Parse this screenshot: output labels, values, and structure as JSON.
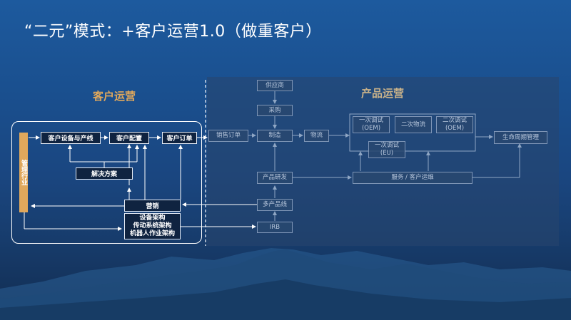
{
  "title": "“二元”模式：+客户运营1.0（做重客户）",
  "left_section": {
    "heading": "客户运营",
    "management_bar": "管理行业",
    "boxes": {
      "equipment_line": "客户设备与产线",
      "config": "客户配置",
      "order": "客户订单",
      "solution": "解决方案",
      "marketing": "营销",
      "architecture": [
        "设备架构",
        "传动系统架构",
        "机器人作业架构"
      ]
    }
  },
  "right_section": {
    "heading": "产品运营",
    "boxes": {
      "supplier": "供应商",
      "procurement": "采购",
      "sales_order": "销售订单",
      "manufacturing": "制造",
      "logistics": "物流",
      "debug_oem_1": [
        "一次调试",
        "(OEM)"
      ],
      "debug_logistics": "二次物流",
      "debug_oem_2": [
        "二次调试",
        "(OEM)"
      ],
      "debug_eu": [
        "一次调试",
        "(EU)"
      ],
      "lifecycle": "生命周期管理",
      "rnd": "产品研发",
      "service": "服务 / 客户运维",
      "product_lines": "多产品线",
      "irb": "IRB"
    }
  },
  "colors": {
    "accent_orange": "#e0a85c",
    "product_heading": "#c9b28a",
    "dark_box": "#0f2340"
  }
}
